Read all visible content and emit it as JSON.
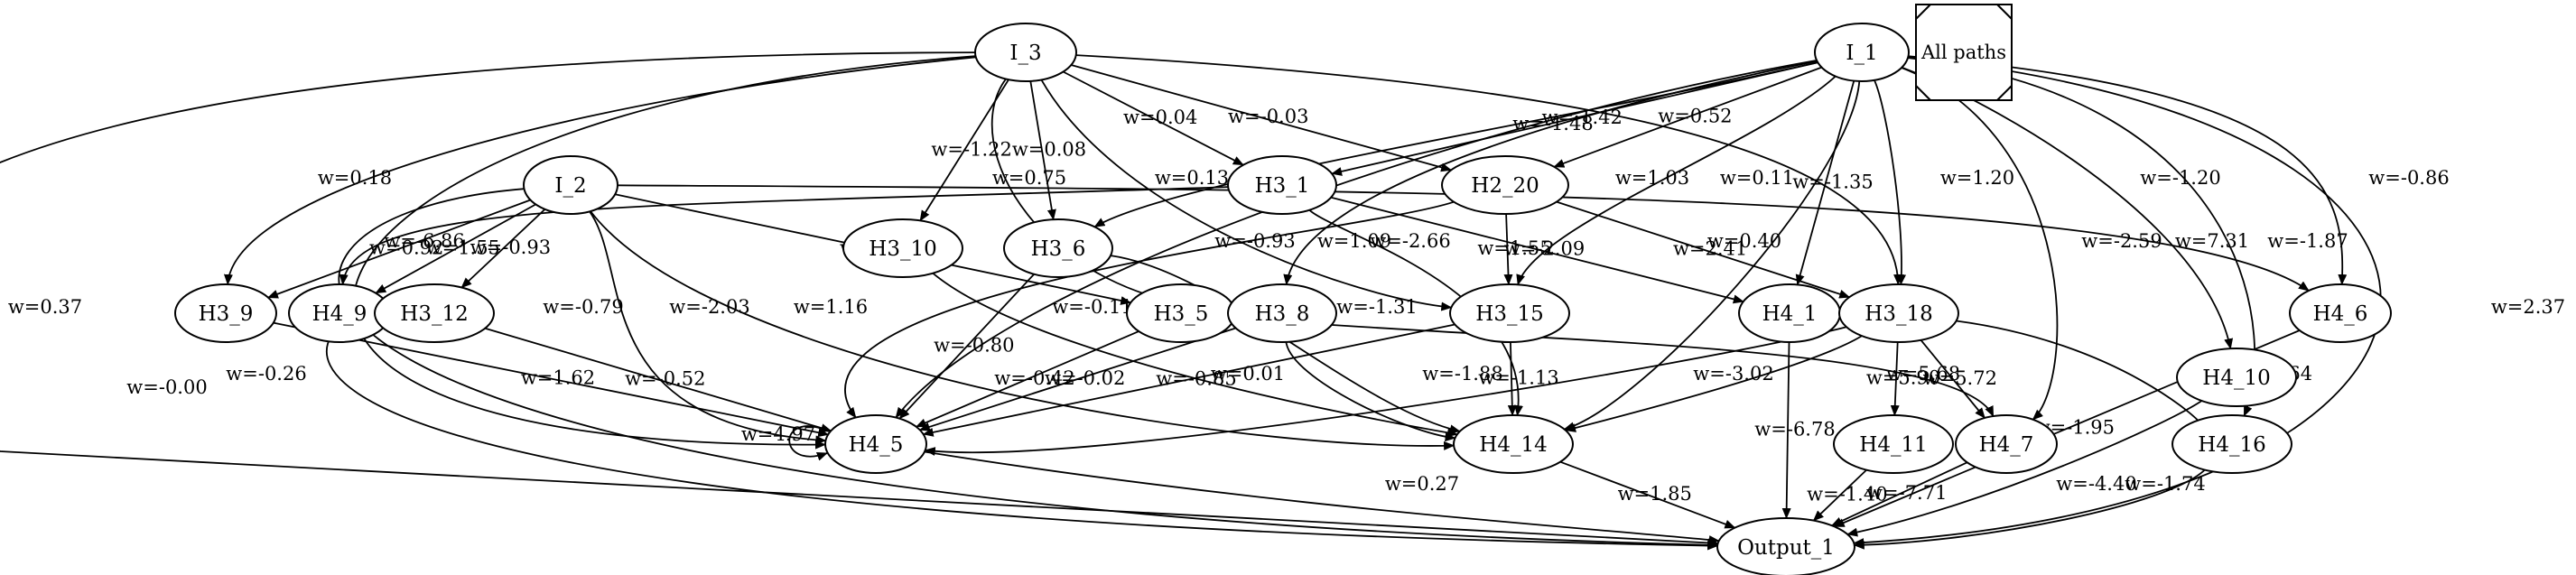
{
  "legend": {
    "label": "All paths"
  },
  "nodes": [
    {
      "id": "I_3",
      "label": "I_3"
    },
    {
      "id": "I_1",
      "label": "I_1"
    },
    {
      "id": "I_2",
      "label": "I_2"
    },
    {
      "id": "H3_1",
      "label": "H3_1"
    },
    {
      "id": "H2_20",
      "label": "H2_20"
    },
    {
      "id": "H3_10",
      "label": "H3_10"
    },
    {
      "id": "H3_6",
      "label": "H3_6"
    },
    {
      "id": "H3_9",
      "label": "H3_9"
    },
    {
      "id": "H4_9",
      "label": "H4_9"
    },
    {
      "id": "H3_12",
      "label": "H3_12"
    },
    {
      "id": "H3_5",
      "label": "H3_5"
    },
    {
      "id": "H3_8",
      "label": "H3_8"
    },
    {
      "id": "H3_15",
      "label": "H3_15"
    },
    {
      "id": "H4_1",
      "label": "H4_1"
    },
    {
      "id": "H3_18",
      "label": "H3_18"
    },
    {
      "id": "H4_6",
      "label": "H4_6"
    },
    {
      "id": "H4_10",
      "label": "H4_10"
    },
    {
      "id": "H4_5",
      "label": "H4_5"
    },
    {
      "id": "H4_14",
      "label": "H4_14"
    },
    {
      "id": "H4_11",
      "label": "H4_11"
    },
    {
      "id": "H4_7",
      "label": "H4_7"
    },
    {
      "id": "H4_16",
      "label": "H4_16"
    },
    {
      "id": "Output_1",
      "label": "Output_1"
    }
  ],
  "edges": [
    {
      "id": "e01",
      "from": "I_3",
      "to": "H3_10",
      "label": "w=-1.22"
    },
    {
      "id": "e02",
      "from": "I_3",
      "to": "H3_6",
      "label": "w=0.08"
    },
    {
      "id": "e03",
      "from": "I_3",
      "to": "H3_1",
      "label": "w=0.04"
    },
    {
      "id": "e04",
      "from": "I_3",
      "to": "H2_20",
      "label": "w=-0.03"
    },
    {
      "id": "e05",
      "from": "I_3",
      "to": "H3_18",
      "label": "w=0.11"
    },
    {
      "id": "e06",
      "from": "I_3",
      "to": "H3_9",
      "label": "w=0.18"
    },
    {
      "id": "e07",
      "from": "I_3",
      "to": "H3_8",
      "label": "w=0.75"
    },
    {
      "id": "e08",
      "from": "I_3",
      "to": "H4_5",
      "label": "w=-0.00"
    },
    {
      "id": "e09",
      "from": "I_3",
      "to": "Output_1",
      "label": "w=0.37"
    },
    {
      "id": "e10",
      "from": "I_3",
      "to": "H3_15",
      "label": "w=0.13"
    },
    {
      "id": "e11",
      "from": "I_1",
      "to": "H3_1",
      "label": "w=-1.42"
    },
    {
      "id": "e12",
      "from": "I_1",
      "to": "H3_6",
      "label": "w=-1.48"
    },
    {
      "id": "e13",
      "from": "I_1",
      "to": "H2_20",
      "label": "w=0.52"
    },
    {
      "id": "e14",
      "from": "I_1",
      "to": "H3_15",
      "label": "w=1.03"
    },
    {
      "id": "e15",
      "from": "I_1",
      "to": "H4_14",
      "label": "w=0.40"
    },
    {
      "id": "e16",
      "from": "I_1",
      "to": "H4_1",
      "label": "w=-1.35"
    },
    {
      "id": "e17",
      "from": "I_1",
      "to": "H3_18",
      "label": "w=1.20"
    },
    {
      "id": "e18",
      "from": "I_1",
      "to": "H4_10",
      "label": "w=-1.20"
    },
    {
      "id": "e19",
      "from": "I_1",
      "to": "H4_6",
      "label": "w=-0.86"
    },
    {
      "id": "e20",
      "from": "I_1",
      "to": "H4_16",
      "label": "w=-1.87"
    },
    {
      "id": "e21",
      "from": "I_1",
      "to": "Output_1",
      "label": "w=2.37"
    },
    {
      "id": "e22",
      "from": "I_1",
      "to": "H4_7",
      "label": "w=-2.59"
    },
    {
      "id": "e23",
      "from": "I_1",
      "to": "H3_8",
      "label": "w=1.09"
    },
    {
      "id": "e24",
      "from": "I_1",
      "to": "H4_5",
      "label": "w=-0.93"
    },
    {
      "id": "e25",
      "from": "I_2",
      "to": "H3_9",
      "label": "w=0.92"
    },
    {
      "id": "e26",
      "from": "I_2",
      "to": "H4_9",
      "label": "w=1.55"
    },
    {
      "id": "e27",
      "from": "I_2",
      "to": "H3_12",
      "label": "w=-0.93"
    },
    {
      "id": "e28",
      "from": "I_2",
      "to": "H4_5",
      "label": "w=-0.79"
    },
    {
      "id": "e29",
      "from": "I_2",
      "to": "H4_14",
      "label": "w=1.16"
    },
    {
      "id": "e30",
      "from": "I_2",
      "to": "H3_5",
      "label": "w=-1.15"
    },
    {
      "id": "e31",
      "from": "I_2",
      "to": "Output_1",
      "label": ""
    },
    {
      "id": "e32",
      "from": "I_2",
      "to": "H4_6",
      "label": "w=7.31"
    },
    {
      "id": "e33",
      "from": "H3_1",
      "to": "H4_9",
      "label": "w=-6.86"
    },
    {
      "id": "e34",
      "from": "H3_1",
      "to": "H4_1",
      "label": "w=-2.09"
    },
    {
      "id": "e35",
      "from": "H3_1",
      "to": "H4_14",
      "label": "w=-2.66"
    },
    {
      "id": "e36",
      "from": "H2_20",
      "to": "H3_15",
      "label": "w=1.55"
    },
    {
      "id": "e37",
      "from": "H2_20",
      "to": "H3_18",
      "label": "w=2.41"
    },
    {
      "id": "e38",
      "from": "H2_20",
      "to": "H4_5",
      "label": "w=-2.03"
    },
    {
      "id": "e39",
      "from": "H3_10",
      "to": "H4_14",
      "label": "w=-0.11"
    },
    {
      "id": "e40",
      "from": "H3_6",
      "to": "H4_5",
      "label": "w=-0.80"
    },
    {
      "id": "e41",
      "from": "H3_6",
      "to": "H4_14",
      "label": "w=-1.31"
    },
    {
      "id": "e42",
      "from": "H3_9",
      "to": "H4_5",
      "label": "w=1.62"
    },
    {
      "id": "e43",
      "from": "H4_9",
      "to": "Output_1",
      "label": "w=-0.26"
    },
    {
      "id": "e44",
      "from": "H3_12",
      "to": "H4_5",
      "label": "w=-0.52"
    },
    {
      "id": "e45",
      "from": "H3_5",
      "to": "H4_5",
      "label": "w=-0.42"
    },
    {
      "id": "e46",
      "from": "H3_5",
      "to": "H4_7",
      "label": "w=5.68"
    },
    {
      "id": "e47",
      "from": "H3_8",
      "to": "H4_5",
      "label": "w=-0.02"
    },
    {
      "id": "e48",
      "from": "H3_8",
      "to": "H4_14",
      "label": "w=0.01"
    },
    {
      "id": "e49",
      "from": "H3_15",
      "to": "H4_5",
      "label": "w=-0.85"
    },
    {
      "id": "e50",
      "from": "H3_15",
      "to": "H4_14",
      "label": "w=-1.13"
    },
    {
      "id": "e51",
      "from": "H4_1",
      "to": "Output_1",
      "label": "w=-6.78"
    },
    {
      "id": "e52",
      "from": "H3_18",
      "to": "H4_5",
      "label": "w=-1.88"
    },
    {
      "id": "e53",
      "from": "H3_18",
      "to": "H4_14",
      "label": "w=-3.02"
    },
    {
      "id": "e54",
      "from": "H3_18",
      "to": "H4_11",
      "label": "w=5.90"
    },
    {
      "id": "e55",
      "from": "H3_18",
      "to": "H4_7",
      "label": "w=5.72"
    },
    {
      "id": "e56",
      "from": "H3_18",
      "to": "H4_16",
      "label": "w=6.64"
    },
    {
      "id": "e57",
      "from": "H4_6",
      "to": "Output_1",
      "label": "w=-1.95"
    },
    {
      "id": "e58",
      "from": "H4_10",
      "to": "Output_1",
      "label": "w=-1.74"
    },
    {
      "id": "e59",
      "from": "H4_5",
      "to": "Output_1",
      "label": "w=0.27"
    },
    {
      "id": "e60",
      "from": "H4_5",
      "to": "H4_5",
      "label": "w=4.97"
    },
    {
      "id": "e61",
      "from": "H4_14",
      "to": "Output_1",
      "label": "w=1.85"
    },
    {
      "id": "e62",
      "from": "H4_11",
      "to": "Output_1",
      "label": "w=-1.40"
    },
    {
      "id": "e63",
      "from": "H4_7",
      "to": "Output_1",
      "label": "w=-7.71"
    },
    {
      "id": "e64",
      "from": "H4_16",
      "to": "Output_1",
      "label": "w=-4.40"
    }
  ]
}
